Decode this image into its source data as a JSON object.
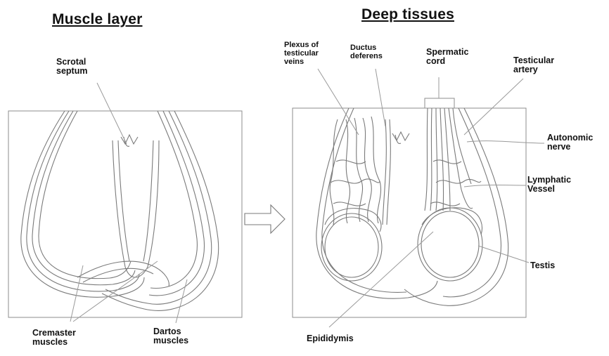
{
  "titles": {
    "muscle_layer": "Muscle layer",
    "deep_tissues": "Deep tissues"
  },
  "labels": {
    "scrotal_septum": "Scrotal\nseptum",
    "cremaster_muscles": "Cremaster\nmuscles",
    "dartos_muscles": "Dartos\nmuscles",
    "plexus_testicular_veins": "Plexus of\ntesticular\nveins",
    "ductus_deferens": "Ductus\ndeferens",
    "spermatic_cord": "Spermatic\ncord",
    "testicular_artery": "Testicular\nartery",
    "autonomic_nerve": "Autonomic\nnerve",
    "lymphatic_vessel": "Lymphatic\nVessel",
    "testis": "Testis",
    "epididymis": "Epididymis"
  },
  "colors": {
    "outline": "#7a7a7a",
    "text": "#111111",
    "background": "#ffffff"
  }
}
